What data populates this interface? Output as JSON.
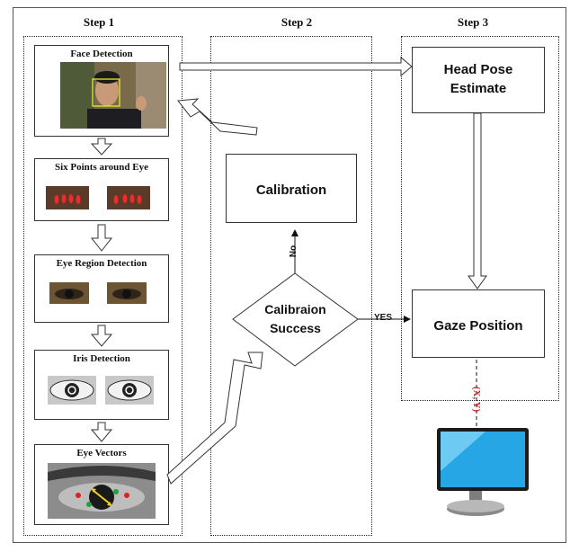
{
  "steps": {
    "step1": "Step 1",
    "step2": "Step 2",
    "step3": "Step 3"
  },
  "step1_cards": {
    "face_detection": "Face Detection",
    "six_points": "Six Points around Eye",
    "eye_region": "Eye Region Detection",
    "iris_detection": "Iris Detection",
    "eye_vectors": "Eye Vectors"
  },
  "step2": {
    "calibration": "Calibration",
    "decision_line1": "Calibraion",
    "decision_line2": "Success",
    "no_label": "No",
    "yes_label": "YES"
  },
  "step3": {
    "head_pose_line1": "Head Pose",
    "head_pose_line2": "Estimate",
    "gaze_position": "Gaze Position",
    "coords_label": "(X, Y)"
  }
}
